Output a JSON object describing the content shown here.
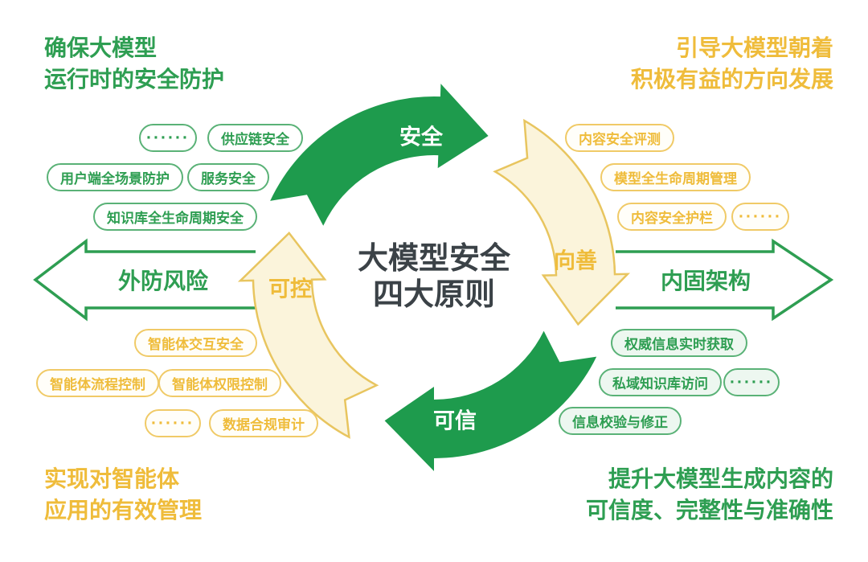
{
  "title": {
    "line1": "大模型安全",
    "line2": "四大原则"
  },
  "colors": {
    "green": "#1E9B4D",
    "green_text": "#2E9E52",
    "green_border": "#5AB277",
    "yellow_text": "#EFBC3B",
    "yellow_border": "#F0CA67",
    "cream_fill": "#FBF4DB",
    "cream_stroke": "#E8C55F",
    "light_green_fill": "#EDF7F0",
    "dark_text": "#3B4247"
  },
  "ring": {
    "segments": [
      {
        "id": "safety",
        "label": "安全",
        "style": "green"
      },
      {
        "id": "goodness",
        "label": "向善",
        "style": "cream"
      },
      {
        "id": "trustworthy",
        "label": "可信",
        "style": "green"
      },
      {
        "id": "controllable",
        "label": "可控",
        "style": "cream"
      }
    ]
  },
  "side_arrows": {
    "left_label": "外防风险",
    "right_label": "内固架构"
  },
  "corners": {
    "top_left": {
      "line1": "确保大模型",
      "line2": "运行时的安全防护"
    },
    "top_right": {
      "line1": "引导大模型朝着",
      "line2": "积极有益的方向发展"
    },
    "bottom_left": {
      "line1": "实现对智能体",
      "line2": "应用的有效管理"
    },
    "bottom_right": {
      "line1": "提升大模型生成内容的",
      "line2": "可信度、完整性与准确性"
    }
  },
  "pills": {
    "top_left": [
      "······",
      "供应链安全",
      "用户端全场景防护",
      "服务安全",
      "知识库全生命周期安全"
    ],
    "top_right": [
      "内容安全评测",
      "模型全生命周期管理",
      "内容安全护栏",
      "······"
    ],
    "bottom_left": [
      "智能体交互安全",
      "智能体流程控制",
      "智能体权限控制",
      "······",
      "数据合规审计"
    ],
    "bottom_right": [
      "权威信息实时获取",
      "私域知识库访问",
      "······",
      "信息校验与修正"
    ]
  }
}
